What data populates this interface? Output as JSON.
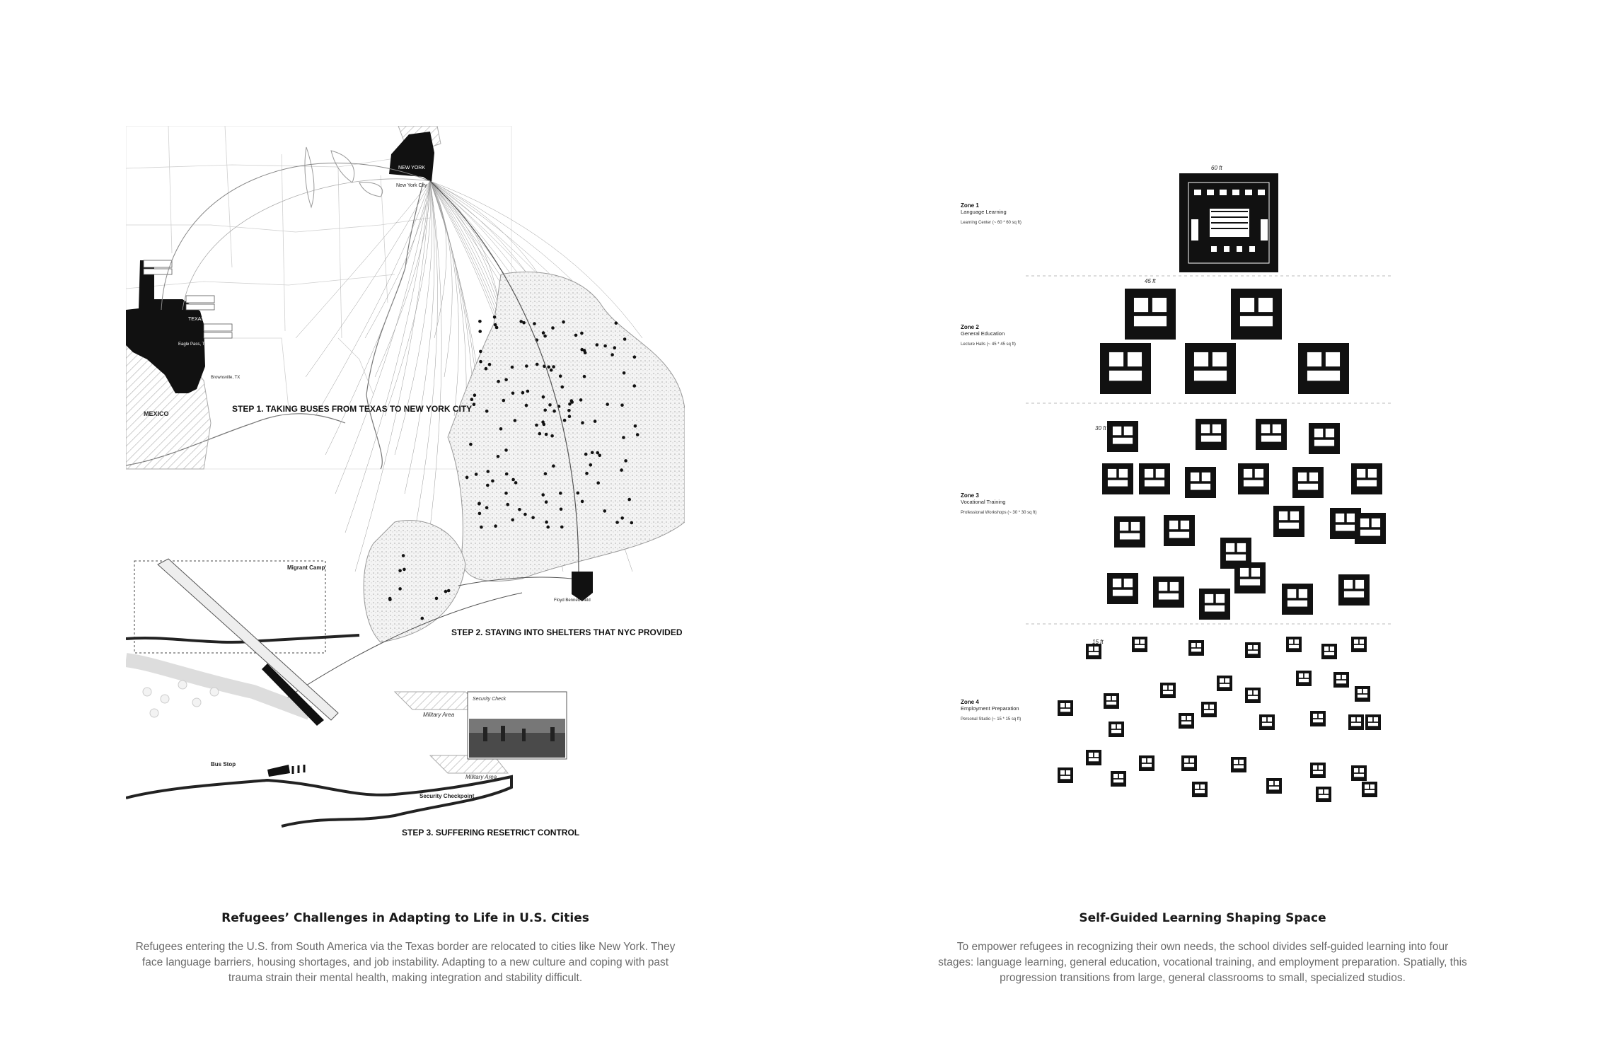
{
  "left": {
    "map_labels": {
      "new_york": "NEW YORK",
      "new_york_city": "New York City",
      "texas": "TEXAS",
      "eagle_pass": "Eagle Pass, TX",
      "brownsville": "Brownsville, TX",
      "mexico": "MEXICO",
      "floyd_bennett": "Floyd Bennett Field",
      "migrant_camp": "Migrant Camp",
      "security_check": "Security Check",
      "military_area_1": "Military Area",
      "military_area_2": "Military Area",
      "bus_stop": "Bus Stop",
      "security_checkpoint": "Security Checkpoint"
    },
    "steps": {
      "step1": "STEP 1. TAKING BUSES FROM TEXAS TO NEW YORK CITY",
      "step2": "STEP 2. STAYING INTO SHELTERS THAT NYC PROVIDED",
      "step3": "STEP 3. SUFFERING RESETRICT CONTROL"
    },
    "title": "Refugees’ Challenges in Adapting to Life in U.S. Cities",
    "body_lines": [
      "Refugees entering the U.S. from South America via the Texas border are relocated to cities like New York. They",
      "face language barriers, housing shortages, and job instability. Adapting to a new culture and coping with past",
      "trauma strain their mental health, making integration and stability difficult."
    ]
  },
  "right": {
    "zones": [
      {
        "name": "Zone 1",
        "type": "Language Learning",
        "space": "Learning Center (~ 60 * 60 sq ft)",
        "dim": "60 ft"
      },
      {
        "name": "Zone 2",
        "type": "General Education",
        "space": "Lecture Halls (~ 45 * 45 sq ft)",
        "dim": "45 ft"
      },
      {
        "name": "Zone 3",
        "type": "Vocational Training",
        "space": "Professional Workshops (~ 30 * 30 sq ft)",
        "dim": "30 ft"
      },
      {
        "name": "Zone 4",
        "type": "Employment Preparation",
        "space": "Personal Studio (~ 15 * 15 sq ft)",
        "dim": "15 ft"
      }
    ],
    "title": "Self-Guided Learning Shaping Space",
    "body_lines": [
      "To empower refugees in recognizing their own needs, the school divides self-guided learning into four",
      "stages: language learning, general education, vocational training, and employment preparation. Spatially, this",
      "progression transitions from large, general classrooms to small, specialized studios."
    ]
  },
  "colors": {
    "ink": "#1a1a1a",
    "body": "#6a6a6a",
    "hatch": "#bdbdbd"
  }
}
